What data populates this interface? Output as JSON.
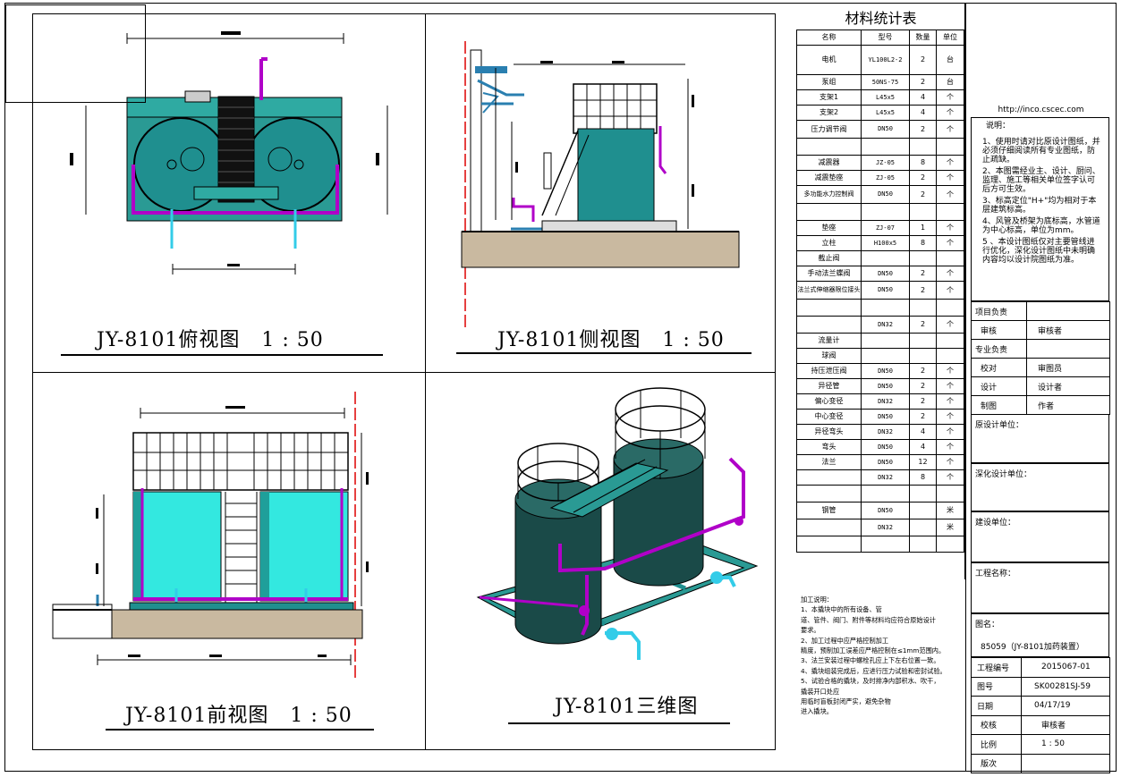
{
  "views": {
    "top": {
      "title": "JY-8101俯视图   1 : 50"
    },
    "side": {
      "title": "JY-8101侧视图   1 : 50"
    },
    "front": {
      "title": "JY-8101前视图   1 : 50"
    },
    "iso": {
      "title": "JY-8101三维图"
    }
  },
  "materials": {
    "title": "材料统计表",
    "headers": [
      "名称",
      "型号",
      "数量",
      "单位"
    ],
    "rows": [
      {
        "name": "电机",
        "spec": "YL100L2-2",
        "qty": "2",
        "unit": "台"
      },
      {
        "name": "泵组",
        "spec": "50NS-75",
        "qty": "2",
        "unit": "台"
      },
      {
        "name": "支架1",
        "spec": "L45x5",
        "qty": "4",
        "unit": "个"
      },
      {
        "name": "支架2",
        "spec": "L45x5",
        "qty": "4",
        "unit": "个"
      },
      {
        "name": "压力调节阀",
        "spec": "DN50",
        "qty": "2",
        "unit": "个"
      },
      {
        "name": "",
        "spec": "",
        "qty": "",
        "unit": ""
      },
      {
        "name": "减震器",
        "spec": "JZ-05",
        "qty": "8",
        "unit": "个"
      },
      {
        "name": "减震垫座",
        "spec": "ZJ-05",
        "qty": "2",
        "unit": "个"
      },
      {
        "name": "多功能水力控制阀",
        "spec": "DN50",
        "qty": "2",
        "unit": "个"
      },
      {
        "name": "",
        "spec": "",
        "qty": "",
        "unit": ""
      },
      {
        "name": "垫座",
        "spec": "ZJ-07",
        "qty": "1",
        "unit": "个"
      },
      {
        "name": "立柱",
        "spec": "H100x5",
        "qty": "8",
        "unit": "个"
      },
      {
        "name": "截止阀",
        "spec": "",
        "qty": "",
        "unit": ""
      },
      {
        "name": "手动法兰蝶阀",
        "spec": "DN50",
        "qty": "2",
        "unit": "个"
      },
      {
        "name": "法兰式伸缩器限位接头",
        "spec": "DN50",
        "qty": "2",
        "unit": "个"
      },
      {
        "name": "",
        "spec": "",
        "qty": "",
        "unit": ""
      },
      {
        "name": "",
        "spec": "DN32",
        "qty": "2",
        "unit": "个"
      },
      {
        "name": "流量计",
        "spec": "",
        "qty": "",
        "unit": ""
      },
      {
        "name": "球阀",
        "spec": "",
        "qty": "",
        "unit": ""
      },
      {
        "name": "持压泄压阀",
        "spec": "DN50",
        "qty": "2",
        "unit": "个"
      },
      {
        "name": "异径管",
        "spec": "DN50",
        "qty": "2",
        "unit": "个"
      },
      {
        "name": "偏心变径",
        "spec": "DN32",
        "qty": "2",
        "unit": "个"
      },
      {
        "name": "中心变径",
        "spec": "DN50",
        "qty": "2",
        "unit": "个"
      },
      {
        "name": "异径弯头",
        "spec": "DN32",
        "qty": "4",
        "unit": "个"
      },
      {
        "name": "弯头",
        "spec": "DN50",
        "qty": "4",
        "unit": "个"
      },
      {
        "name": "法兰",
        "spec": "DN50",
        "qty": "12",
        "unit": "个"
      },
      {
        "name": "",
        "spec": "DN32",
        "qty": "8",
        "unit": "个"
      },
      {
        "name": "",
        "spec": "",
        "qty": "",
        "unit": ""
      },
      {
        "name": "钢管",
        "spec": "DN50",
        "qty": "",
        "unit": "米"
      },
      {
        "name": "",
        "spec": "DN32",
        "qty": "",
        "unit": "米"
      },
      {
        "name": "",
        "spec": "",
        "qty": "",
        "unit": ""
      }
    ]
  },
  "process_notes": [
    "加工说明：",
    "1、本撬块中的所有设备、管",
    "道、管件、阀门、附件等材料均应符合原始设计",
    "要求。",
    "2、加工过程中应严格控制加工",
    "精度，预制加工误差应严格控制在≤1mm范围内。",
    "3、法兰安装过程中螺栓孔应上下左右位置一致。",
    "4、撬块组装完成后，应进行压力试验和密封试验。",
    "5、试验合格的撬块，及时排净内部积水、吹干，",
    "撬装开口处应",
    "用临时盲板封闭严实，避免杂物",
    "进入撬块。"
  ],
  "titleblock": {
    "url": "http://inco.cscec.com",
    "notes_title": "说明：",
    "notes": [
      "1、使用时请对比原设计图纸，并必须仔细阅读所有专业图纸，防止疏缺。",
      "2、本图需经业主、设计、厨问、监理、施工等相关单位签字认可后方可生效。",
      "3、标高定位\"H+\"均为相对于本层建筑标高。",
      "4、风管及桥架为底标高，水管道为中心标高，单位为mm。",
      "5 、本设计图纸仅对主要管线进行优化，深化设计图纸中未明确内容均以设计院图纸为准。"
    ],
    "signs": [
      {
        "role": "项目负责",
        "name": ""
      },
      {
        "role": "审核",
        "name": "审核者"
      },
      {
        "role": "专业负责",
        "name": ""
      },
      {
        "role": "校对",
        "name": "审图员"
      },
      {
        "role": "设计",
        "name": "设计者"
      },
      {
        "role": "制图",
        "name": "作者"
      }
    ],
    "orig_design_unit": "原设计单位：",
    "deep_design_unit": "深化设计单位：",
    "construction_unit": "建设单位：",
    "project_name": "工程名称：",
    "drawing_name_label": "图名：",
    "drawing_name": "85059（JY-8101加药装置）",
    "meta": [
      {
        "label": "工程编号",
        "value": "2015067-01"
      },
      {
        "label": "图号",
        "value": "SK00281SJ-59"
      },
      {
        "label": "日期",
        "value": "04/17/19"
      },
      {
        "label": "校核",
        "value": "审核者"
      },
      {
        "label": "比例",
        "value": "1 : 50"
      },
      {
        "label": "版次",
        "value": ""
      }
    ]
  },
  "colors": {
    "tank_dark": "#1f8f8f",
    "tank_bright": "#33e8e0",
    "pipe": "#b000c8",
    "pipe_blue": "#3aa8e0",
    "water": "#33cce8",
    "ground": "#c9b9a0"
  }
}
